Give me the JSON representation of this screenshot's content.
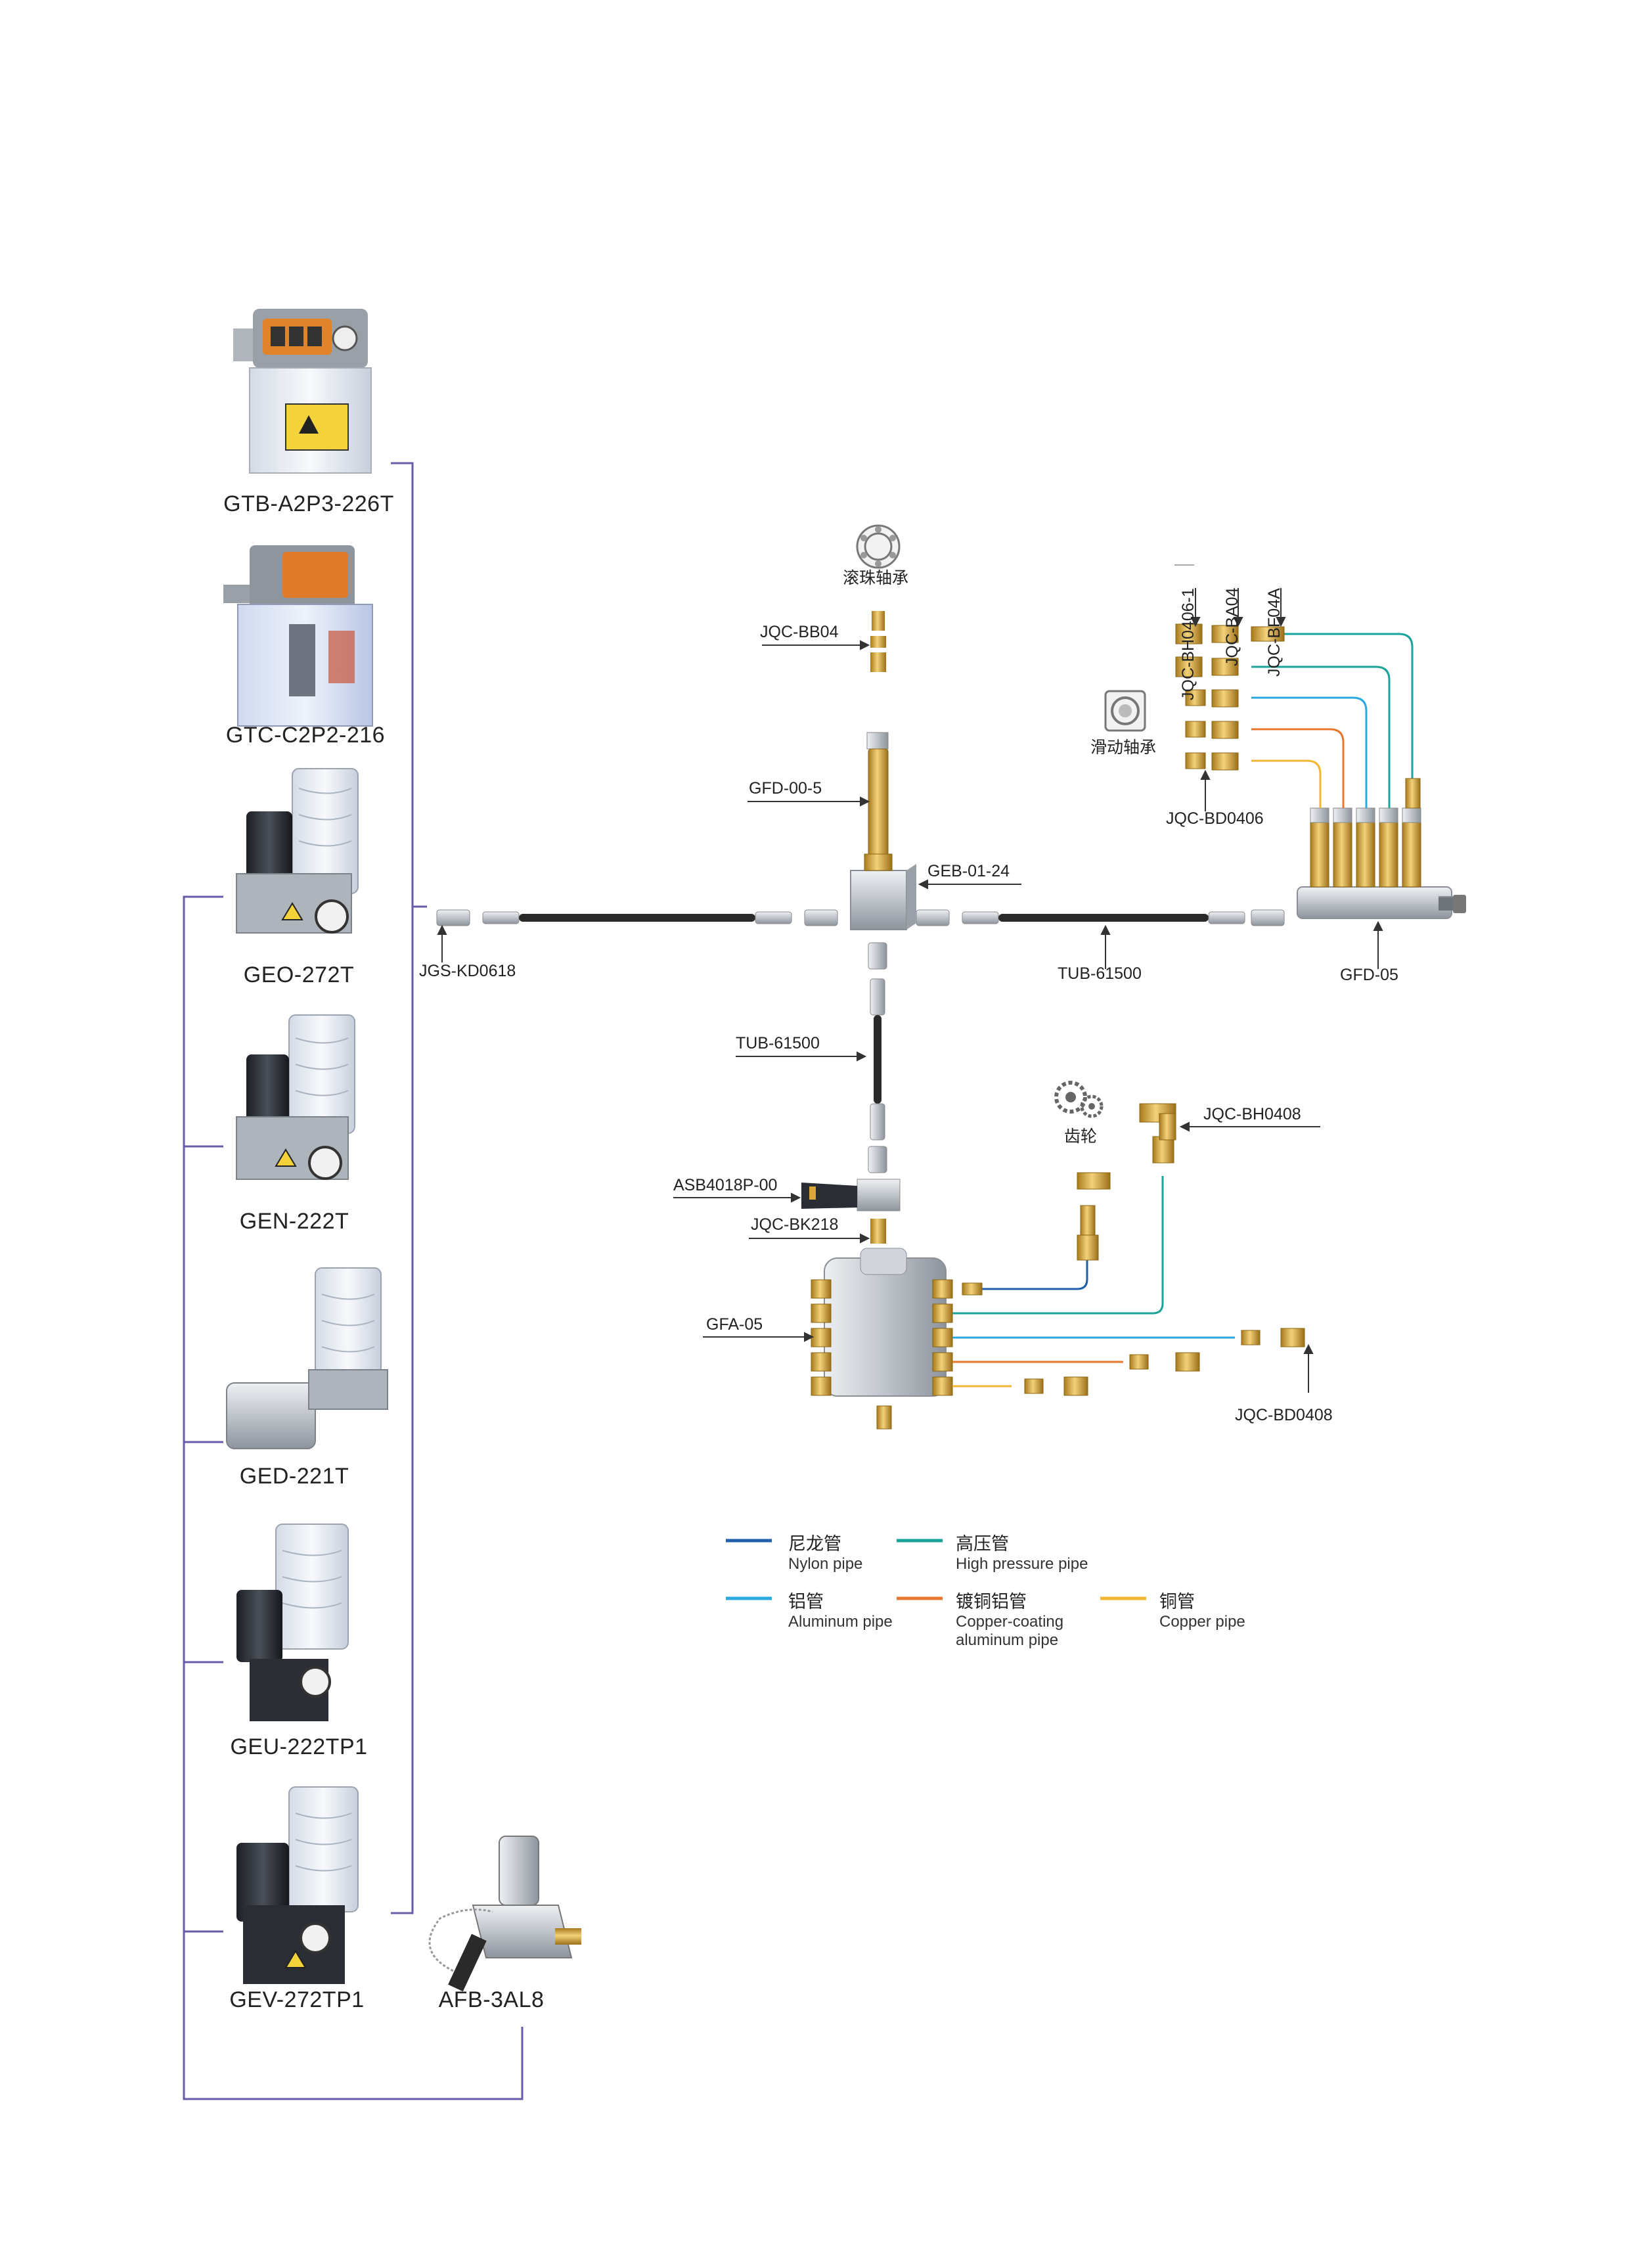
{
  "pumps": [
    {
      "id": "GTB-A2P3-226T",
      "label": "GTB-A2P3-226T"
    },
    {
      "id": "GTC-C2P2-216",
      "label": "GTC-C2P2-216"
    },
    {
      "id": "GEO-272T",
      "label": "GEO-272T"
    },
    {
      "id": "GEN-222T",
      "label": "GEN-222T"
    },
    {
      "id": "GED-221T",
      "label": "GED-221T"
    },
    {
      "id": "GEU-222TP1",
      "label": "GEU-222TP1"
    },
    {
      "id": "GEV-272TP1",
      "label": "GEV-272TP1"
    },
    {
      "id": "AFB-3AL8",
      "label": "AFB-3AL8"
    }
  ],
  "parts": {
    "jgs": "JGS-KD0618",
    "jqc_bb04": "JQC-BB04",
    "gfd_00_5": "GFD-00-5",
    "geb": "GEB-01-24",
    "tub_h": "TUB-61500",
    "tub_v": "TUB-61500",
    "asb": "ASB4018P-00",
    "jqc_bk218": "JQC-BK218",
    "gfa": "GFA-05",
    "jqc_bh0408": "JQC-BH0408",
    "jqc_bd0408": "JQC-BD0408",
    "gfd_05": "GFD-05",
    "jqc_bd0406": "JQC-BD0406",
    "jqc_bh0406": "JQC-BH0406-1",
    "jqc_ba04": "JQC-BA04",
    "jqc_bf04a": "JQC-BF04A"
  },
  "icons": {
    "ball_bearing": {
      "label": "滚珠轴承",
      "icon": "ball-bearing-icon"
    },
    "sliding_bearing": {
      "label": "滑动轴承",
      "icon": "sliding-bearing-icon"
    },
    "gear": {
      "label": "齿轮",
      "icon": "gear-icon"
    }
  },
  "legend": [
    {
      "cn": "尼龙管",
      "en": "Nylon pipe",
      "color": "#1f5ea8"
    },
    {
      "cn": "高压管",
      "en": "High pressure pipe",
      "color": "#1aa39a"
    },
    {
      "cn": "铝管",
      "en": "Aluminum pipe",
      "color": "#29a9e0"
    },
    {
      "cn": "镀铜铝管",
      "en": "Copper-coating aluminum pipe",
      "en_lines": [
        "Copper-coating",
        "aluminum pipe"
      ],
      "color": "#e8772e"
    },
    {
      "cn": "铜管",
      "en": "Copper pipe",
      "color": "#f2b632"
    }
  ],
  "colors": {
    "bracket": "#6a5aa8",
    "hose": "#2a2a2a",
    "brass": "#d8a93a",
    "steel": "#c8ccd2"
  }
}
